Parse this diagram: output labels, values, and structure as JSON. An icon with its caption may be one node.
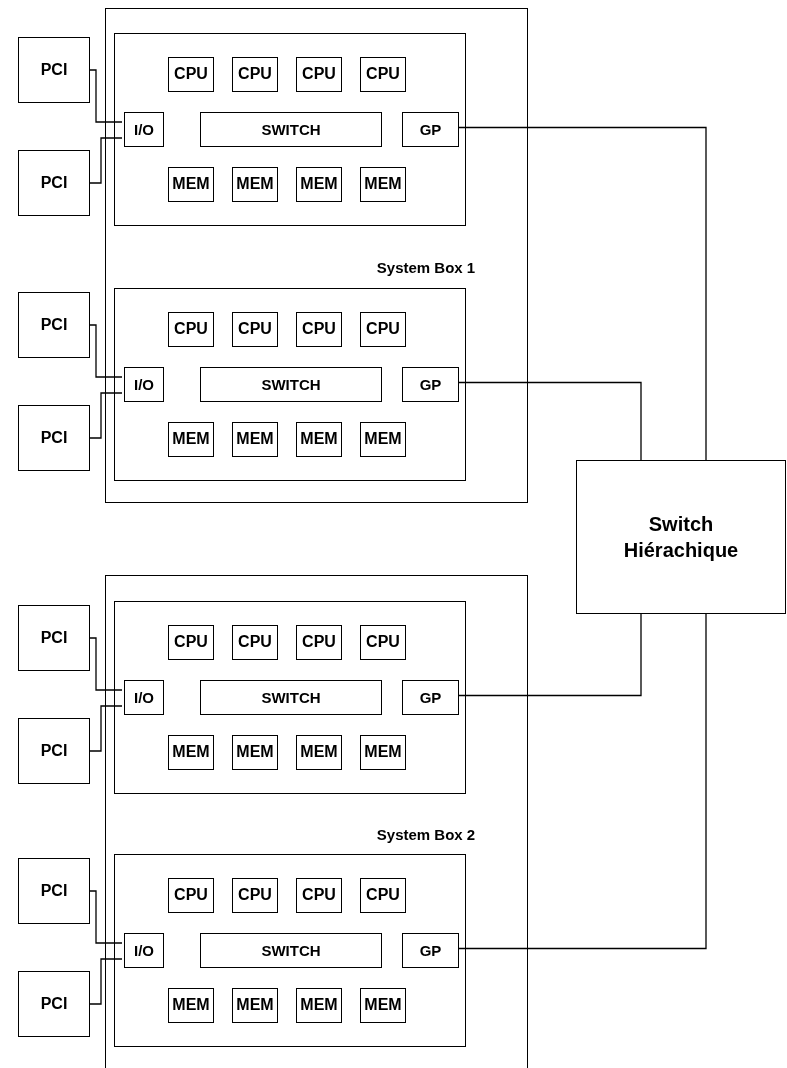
{
  "diagram": {
    "nodes": [
      {
        "text": [
          "System Box 1"
        ]
      },
      {
        "text": [
          "PCI"
        ]
      },
      {
        "text": [
          "PCI"
        ]
      },
      {
        "text": [],
        "shape": "box",
        "in": 0
      },
      {
        "text": [
          "CPU"
        ],
        "in": 3
      },
      {
        "text": [
          "CPU"
        ],
        "in": 3
      },
      {
        "text": [
          "CPU"
        ],
        "in": 3
      },
      {
        "text": [
          "CPU"
        ],
        "in": 3
      },
      {
        "text": [
          "I/O"
        ],
        "in": 3
      },
      {
        "text": [
          "SWITCH"
        ],
        "in": 3
      },
      {
        "text": [
          "GP"
        ],
        "in": 3
      },
      {
        "text": [
          "MEM"
        ],
        "in": 3
      },
      {
        "text": [
          "MEM"
        ],
        "in": 3
      },
      {
        "text": [
          "MEM"
        ],
        "in": 3
      },
      {
        "text": [
          "MEM"
        ],
        "in": 3
      },
      {
        "text": [
          "PCI"
        ]
      },
      {
        "text": [
          "PCI"
        ]
      },
      {
        "text": [],
        "shape": "box",
        "in": 0
      },
      {
        "text": [
          "CPU"
        ],
        "in": 17
      },
      {
        "text": [
          "CPU"
        ],
        "in": 17
      },
      {
        "text": [
          "CPU"
        ],
        "in": 17
      },
      {
        "text": [
          "CPU"
        ],
        "in": 17
      },
      {
        "text": [
          "I/O"
        ],
        "in": 17
      },
      {
        "text": [
          "SWITCH"
        ],
        "in": 17
      },
      {
        "text": [
          "GP"
        ],
        "in": 17
      },
      {
        "text": [
          "MEM"
        ],
        "in": 17
      },
      {
        "text": [
          "MEM"
        ],
        "in": 17
      },
      {
        "text": [
          "MEM"
        ],
        "in": 17
      },
      {
        "text": [
          "MEM"
        ],
        "in": 17
      },
      {
        "text": [
          "System Box 2"
        ]
      },
      {
        "text": [
          "PCI"
        ]
      },
      {
        "text": [
          "PCI"
        ]
      },
      {
        "text": [],
        "shape": "box",
        "in": 29
      },
      {
        "text": [
          "CPU"
        ],
        "in": 32
      },
      {
        "text": [
          "CPU"
        ],
        "in": 32
      },
      {
        "text": [
          "CPU"
        ],
        "in": 32
      },
      {
        "text": [
          "CPU"
        ],
        "in": 32
      },
      {
        "text": [
          "I/O"
        ],
        "in": 32
      },
      {
        "text": [
          "SWITCH"
        ],
        "in": 32
      },
      {
        "text": [
          "GP"
        ],
        "in": 32
      },
      {
        "text": [
          "MEM"
        ],
        "in": 32
      },
      {
        "text": [
          "MEM"
        ],
        "in": 32
      },
      {
        "text": [
          "MEM"
        ],
        "in": 32
      },
      {
        "text": [
          "MEM"
        ],
        "in": 32
      },
      {
        "text": [
          "PCI"
        ]
      },
      {
        "text": [
          "PCI"
        ]
      },
      {
        "text": [],
        "shape": "box",
        "in": 29
      },
      {
        "text": [
          "CPU"
        ],
        "in": 46
      },
      {
        "text": [
          "CPU"
        ],
        "in": 46
      },
      {
        "text": [
          "CPU"
        ],
        "in": 46
      },
      {
        "text": [
          "CPU"
        ],
        "in": 46
      },
      {
        "text": [
          "I/O"
        ],
        "in": 46
      },
      {
        "text": [
          "SWITCH"
        ],
        "in": 46
      },
      {
        "text": [
          "GP"
        ],
        "in": 46
      },
      {
        "text": [
          "MEM"
        ],
        "in": 46
      },
      {
        "text": [
          "MEM"
        ],
        "in": 46
      },
      {
        "text": [
          "MEM"
        ],
        "in": 46
      },
      {
        "text": [
          "MEM"
        ],
        "in": 46
      },
      {
        "text": [
          "Switch Hiérachique"
        ]
      }
    ],
    "edges": [
      {
        "from": 1,
        "to": 8,
        "arrow": "none"
      },
      {
        "from": 2,
        "to": 8,
        "arrow": "none"
      },
      {
        "from": 10,
        "to": 58,
        "arrow": "none"
      },
      {
        "from": 15,
        "to": 22,
        "arrow": "none"
      },
      {
        "from": 16,
        "to": 22,
        "arrow": "none"
      },
      {
        "from": 24,
        "to": 58,
        "arrow": "none"
      },
      {
        "from": 30,
        "to": 37,
        "arrow": "none"
      },
      {
        "from": 31,
        "to": 37,
        "arrow": "none"
      },
      {
        "from": 39,
        "to": 58,
        "arrow": "none"
      },
      {
        "from": 44,
        "to": 51,
        "arrow": "none"
      },
      {
        "from": 45,
        "to": 51,
        "arrow": "none"
      },
      {
        "from": 53,
        "to": 58,
        "arrow": "none"
      }
    ]
  }
}
